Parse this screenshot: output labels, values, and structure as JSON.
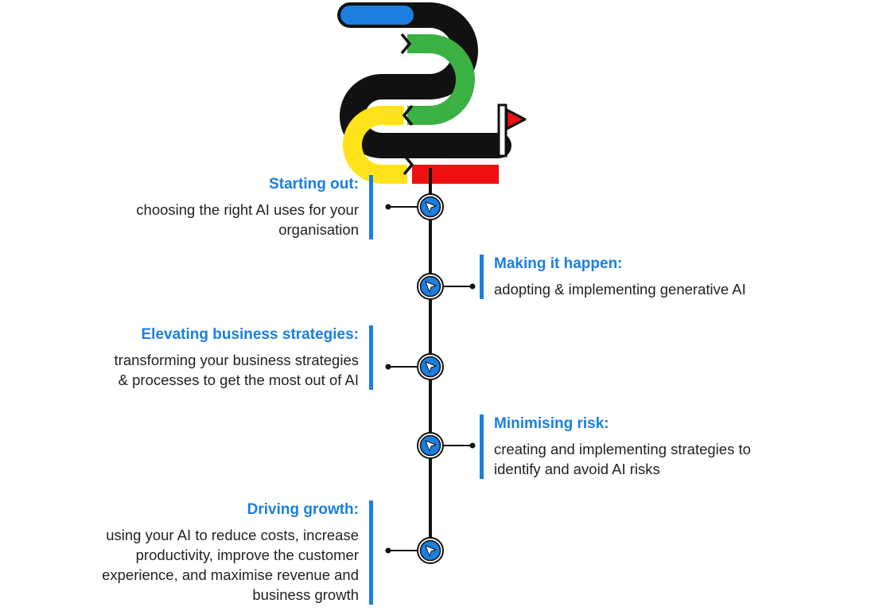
{
  "colors": {
    "accent": "#1a7fe0",
    "road_blue": "#1a7fe0",
    "road_green": "#3bb143",
    "road_yellow": "#ffe31a",
    "road_red": "#ee1111",
    "outline": "#111111",
    "marker_fill": "#1a7fe0"
  },
  "logo": {
    "icon": "winding-road-with-flag-icon"
  },
  "timeline": {
    "marker_icon": "navigation-arrow-icon",
    "milestones": [
      {
        "side": "left",
        "title": "Starting out:",
        "desc": "choosing the right AI uses for your organisation"
      },
      {
        "side": "right",
        "title": "Making it happen:",
        "desc": "adopting & implementing generative AI"
      },
      {
        "side": "left",
        "title": "Elevating business strategies:",
        "desc": "transforming your business strategies & processes to get the most out of AI"
      },
      {
        "side": "right",
        "title": "Minimising risk:",
        "desc": "creating and implementing strategies to identify and avoid AI risks"
      },
      {
        "side": "left",
        "title": "Driving growth:",
        "desc": "using your AI to reduce costs, increase productivity, improve the customer experience, and maximise revenue and business growth"
      }
    ]
  }
}
